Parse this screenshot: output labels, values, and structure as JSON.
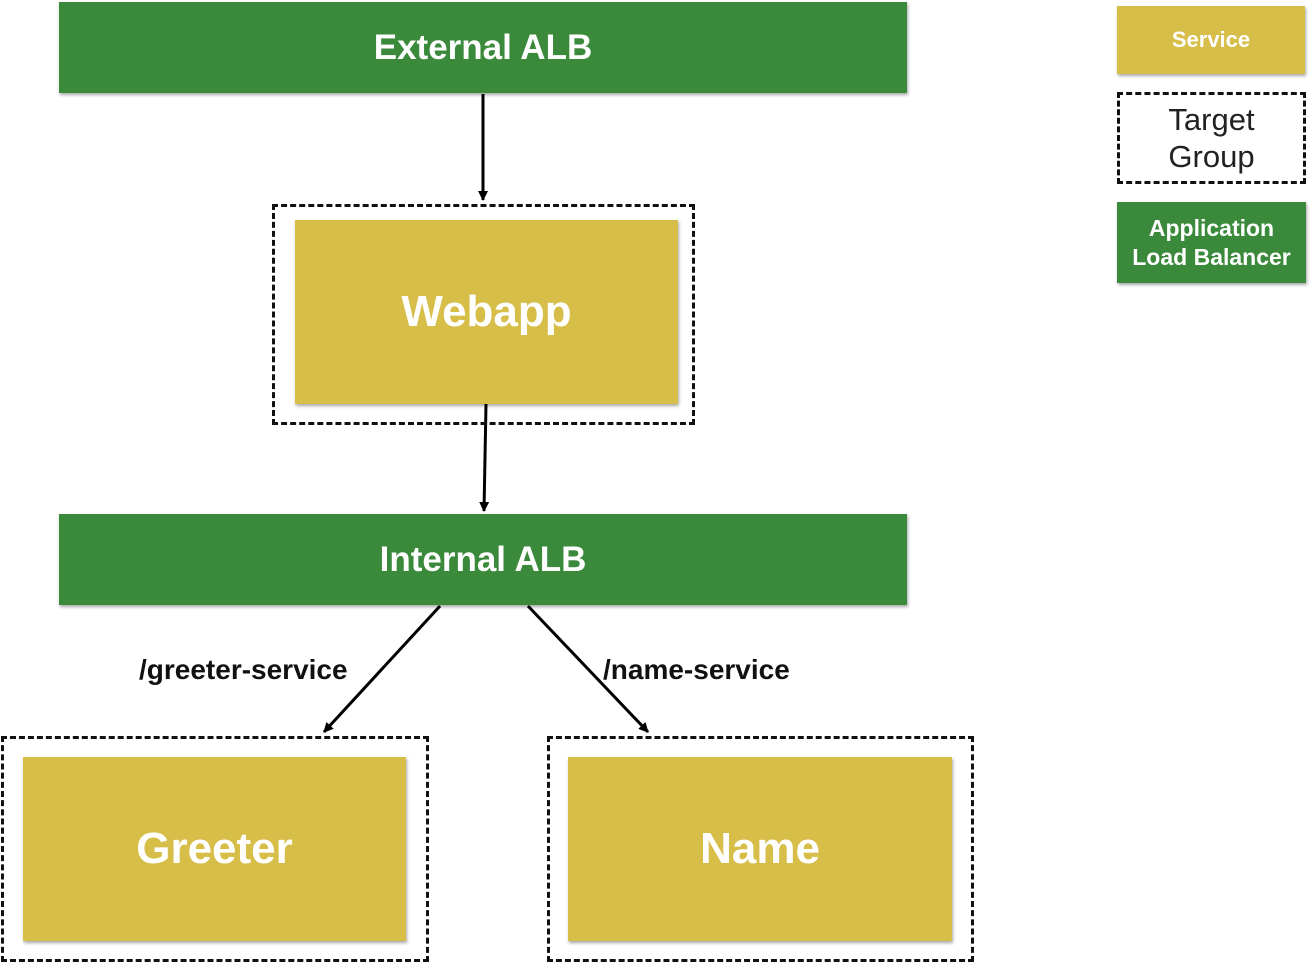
{
  "nodes": {
    "external_alb": "External ALB",
    "webapp": "Webapp",
    "internal_alb": "Internal ALB",
    "greeter": "Greeter",
    "name": "Name"
  },
  "routes": {
    "greeter": "/greeter-service",
    "name": "/name-service"
  },
  "legend": {
    "service": "Service",
    "target_group_line1": "Target",
    "target_group_line2": "Group",
    "alb_line1": "Application",
    "alb_line2": "Load Balancer"
  },
  "colors": {
    "alb": "#3b8a3b",
    "service": "#d6be48",
    "target_group_border": "#111111"
  }
}
